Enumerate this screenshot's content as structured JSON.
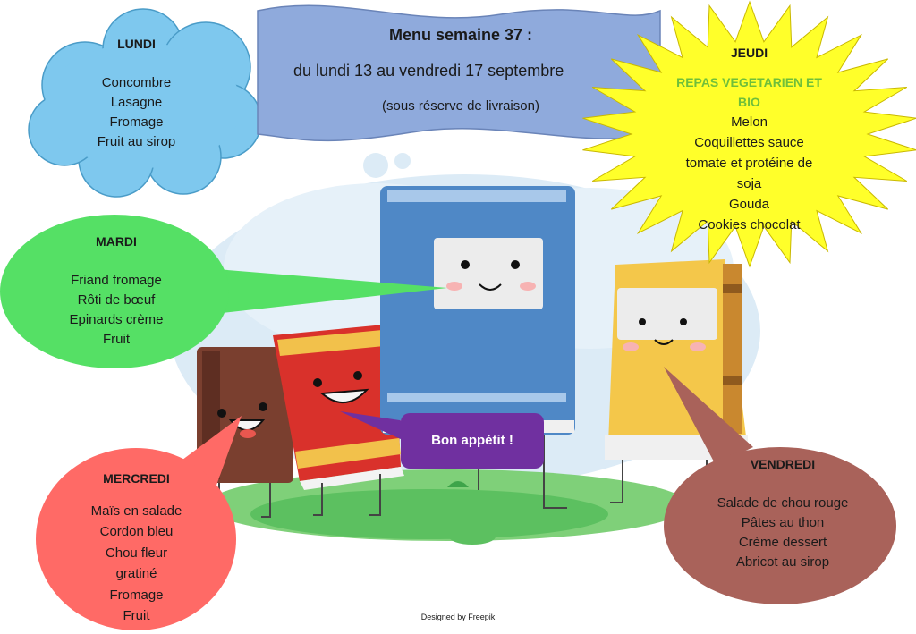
{
  "header": {
    "title": "Menu semaine 37 :",
    "dates": "du lundi 13 au vendredi 17 septembre",
    "note": "(sous réserve de livraison)"
  },
  "days": {
    "lundi": {
      "name": "LUNDI",
      "items": [
        "Concombre",
        "Lasagne",
        "Fromage",
        "Fruit au sirop"
      ],
      "color": "#7ec8ee"
    },
    "mardi": {
      "name": "MARDI",
      "items": [
        "Friand fromage",
        "Rôti de bœuf",
        "Epinards crème",
        "Fruit"
      ],
      "color": "#55e065"
    },
    "mercredi": {
      "name": "MERCREDI",
      "items": [
        "Maïs en salade",
        "Cordon bleu",
        "Chou fleur",
        "gratiné",
        "Fromage",
        "Fruit"
      ],
      "color": "#ff6a66"
    },
    "jeudi": {
      "name": "JEUDI",
      "highlight": [
        "REPAS VEGETARIEN ET",
        "BIO"
      ],
      "items": [
        "Melon",
        "Coquillettes sauce",
        "tomate et protéine de",
        "soja",
        "Gouda",
        "Cookies chocolat"
      ],
      "color": "#ffff2a",
      "highlight_color": "#6fbf3a"
    },
    "vendredi": {
      "name": "VENDREDI",
      "items": [
        "Salade de chou rouge",
        "Pâtes au thon",
        "Crème dessert",
        "Abricot au sirop"
      ],
      "color": "#a9625a"
    }
  },
  "bon_appetit": {
    "label": "Bon appétit !",
    "color": "#7030a0"
  },
  "credit": "Designed by Freepik",
  "colors": {
    "banner": "#8faadc",
    "book_blue": "#4f88c6",
    "book_red": "#d9312b",
    "book_brown": "#7a3f2f",
    "book_yellow": "#f4c74a",
    "sky": "#dcebf6",
    "grass": "#5cc060"
  }
}
